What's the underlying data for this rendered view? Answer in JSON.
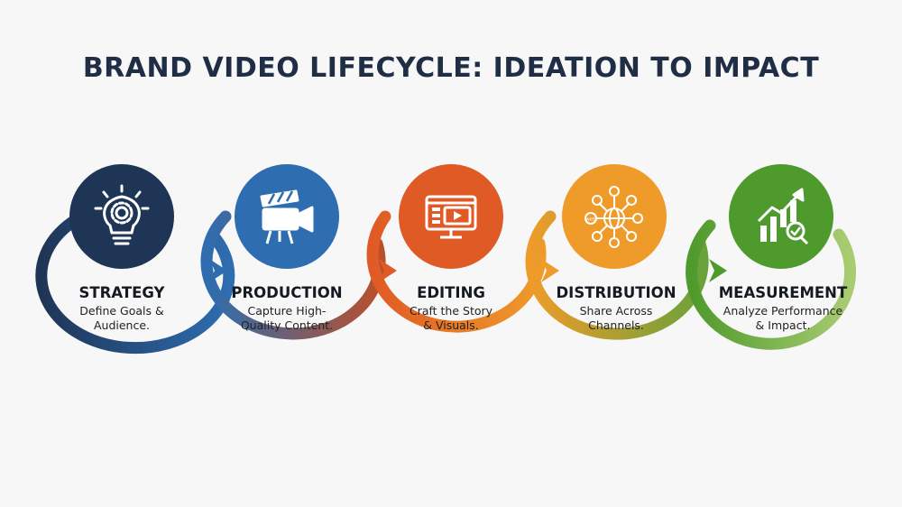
{
  "title": "BRAND VIDEO LIFECYCLE: IDEATION TO IMPACT",
  "stages": [
    {
      "name": "STRATEGY",
      "desc_line1": "Define Goals &",
      "desc_line2": "Audience.",
      "icon": "lightbulb-gear-icon",
      "color": "#1f3556"
    },
    {
      "name": "PRODUCTION",
      "desc_line1": "Capture High-",
      "desc_line2": "Quality Content.",
      "icon": "clapperboard-camera-icon",
      "color": "#2d6db0"
    },
    {
      "name": "EDITING",
      "desc_line1": "Craft the Story",
      "desc_line2": "& Visuals.",
      "icon": "video-editor-monitor-icon",
      "color": "#e05a25"
    },
    {
      "name": "DISTRIBUTION",
      "desc_line1": "Share Across",
      "desc_line2": "Channels.",
      "icon": "social-network-globe-icon",
      "color": "#ee9b2a"
    },
    {
      "name": "MEASUREMENT",
      "desc_line1": "Analyze Performance",
      "desc_line2": "& Impact.",
      "icon": "growth-chart-magnifier-icon",
      "color": "#4f9a2c"
    }
  ],
  "icon_labels": {
    "distribution_web": "web"
  }
}
